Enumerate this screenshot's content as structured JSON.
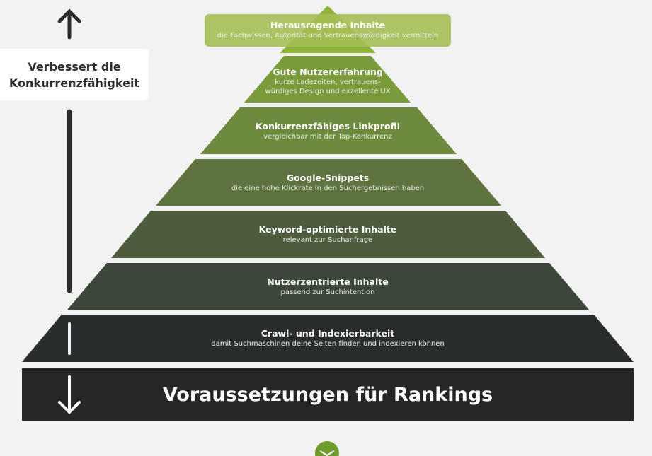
{
  "side_label": "Verbessert die Konkurrenzfähigkeit",
  "layers": [
    {
      "title": "Herausragende Inhalte",
      "subtitle": "die Fachwissen, Autorität und Vertrauenswürdigkeit vermitteln",
      "color": "#a4bf55"
    },
    {
      "title": "Gute Nutzererfahrung",
      "subtitle": "kurze Ladezeiten, vertrauens-",
      "subtitle2": "würdiges Design und exzellente UX",
      "color": "#7a9a3c"
    },
    {
      "title": "Konkurrenzfähiges Linkprofil",
      "subtitle": "vergleichbar mit der Top-Konkurrenz",
      "color": "#6d893d"
    },
    {
      "title": "Google-Snippets",
      "subtitle": "die eine hohe Klickrate in den Suchergebnissen haben",
      "color": "#5e733f"
    },
    {
      "title": "Keyword-optimierte Inhalte",
      "subtitle": "relevant zur Suchanfrage",
      "color": "#4c5c3d"
    },
    {
      "title": "Nutzerzentrierte Inhalte",
      "subtitle": "passend zur Suchintention",
      "color": "#3c463a"
    },
    {
      "title": "Crawl- und Indexierbarkeit",
      "subtitle": "damit Suchmaschinen deine Seiten finden und indexieren können",
      "color": "#2a2d2d"
    }
  ],
  "base_title": "Voraussetzungen für Rankings",
  "colors": {
    "base": "#252726",
    "apex": "#8fb23a",
    "logo": "#6f9a2e"
  }
}
